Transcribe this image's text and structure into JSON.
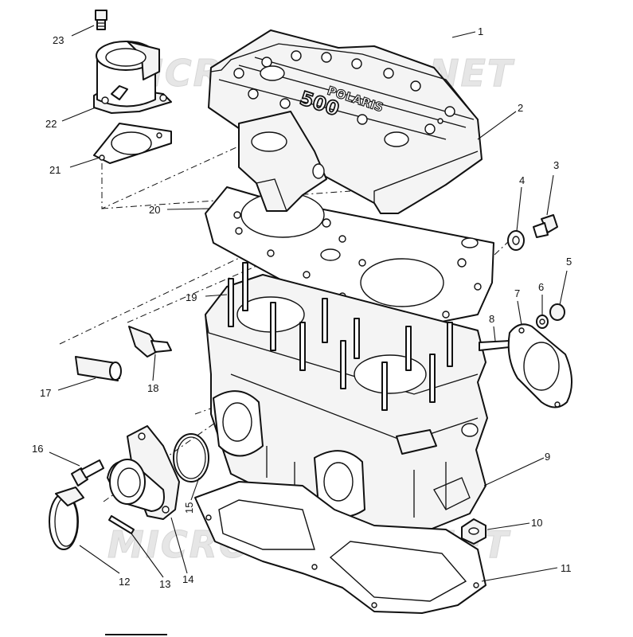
{
  "watermark": {
    "top": "MICROFICHES.NET",
    "bottom": "MICROFICHES.NET"
  },
  "cover_casting": {
    "brand": "POLARIS",
    "model": "500"
  },
  "callouts": [
    "1",
    "2",
    "3",
    "4",
    "5",
    "6",
    "7",
    "8",
    "9",
    "10",
    "11",
    "12",
    "13",
    "14",
    "15",
    "16",
    "17",
    "18",
    "19",
    "20",
    "21",
    "22",
    "23"
  ]
}
